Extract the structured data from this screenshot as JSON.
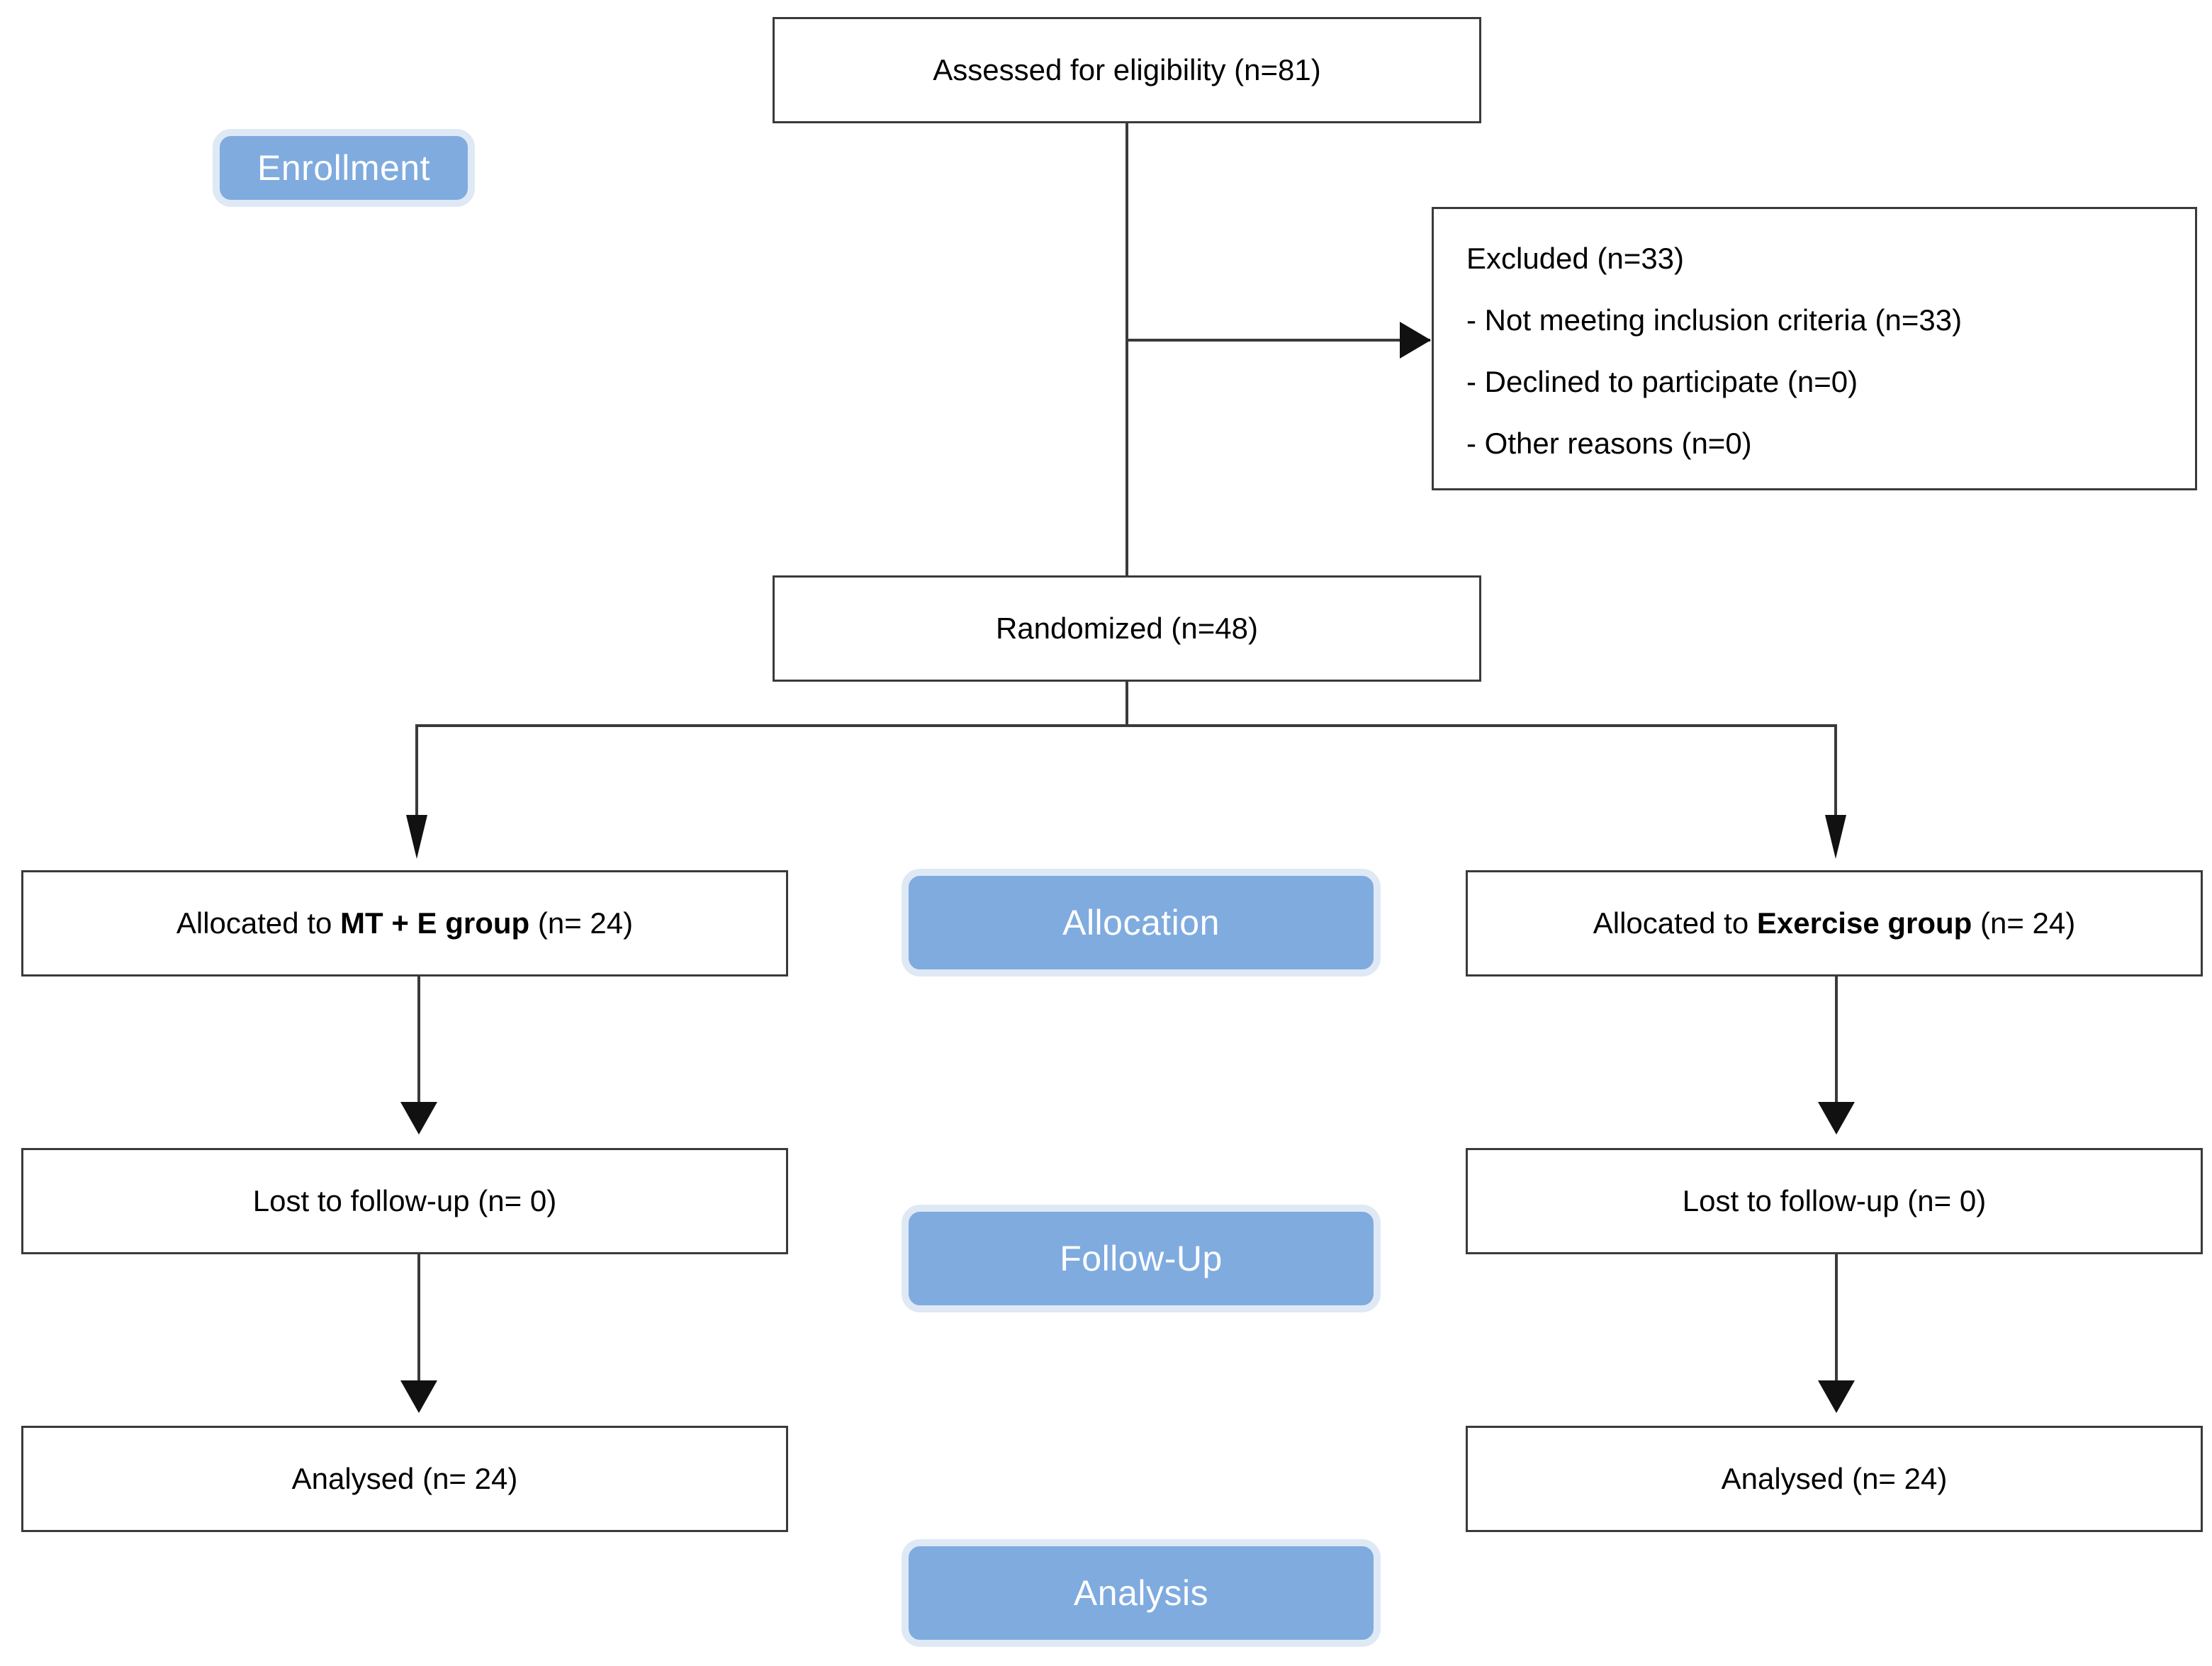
{
  "diagram": {
    "title": "CONSORT participant flow diagram",
    "accent_color": "#7fabdf",
    "badge_border_color": "#dfe9f5",
    "box_border_color": "#3a3a3a",
    "connector_color": "#3a3a3a"
  },
  "stages": [
    {
      "id": "enrollment",
      "label": "Enrollment"
    },
    {
      "id": "allocation",
      "label": "Allocation"
    },
    {
      "id": "followup",
      "label": "Follow-Up"
    },
    {
      "id": "analysis",
      "label": "Analysis"
    }
  ],
  "boxes": {
    "assessed": {
      "text": "Assessed for eligibility (n=81)"
    },
    "excluded": {
      "heading": "Excluded (n=33)",
      "reasons": [
        "- Not meeting inclusion criteria (n=33)",
        "- Declined to participate (n=0)",
        "- Other reasons (n=0)"
      ]
    },
    "randomized": {
      "text": "Randomized (n=48)"
    },
    "allocated_left": {
      "prefix": "Allocated to ",
      "group": "MT + E group",
      "suffix": " (n= 24)"
    },
    "allocated_right": {
      "prefix": "Allocated to ",
      "group": "Exercise group",
      "suffix": " (n= 24)"
    },
    "lost_left": {
      "text": "Lost to follow-up (n= 0)"
    },
    "lost_right": {
      "text": "Lost to follow-up (n= 0)"
    },
    "analysed_left": {
      "text": "Analysed (n= 24)"
    },
    "analysed_right": {
      "text": "Analysed (n= 24)"
    }
  },
  "chart_data": {
    "type": "diagram",
    "title": "CONSORT flow diagram",
    "nodes": [
      {
        "id": "assessed",
        "label": "Assessed for eligibility (n=81)",
        "n": 81
      },
      {
        "id": "excluded",
        "label": "Excluded (n=33)",
        "n": 33,
        "details": [
          {
            "label": "Not meeting inclusion criteria",
            "n": 33
          },
          {
            "label": "Declined to participate",
            "n": 0
          },
          {
            "label": "Other reasons",
            "n": 0
          }
        ]
      },
      {
        "id": "randomized",
        "label": "Randomized (n=48)",
        "n": 48
      },
      {
        "id": "allocated_left",
        "label": "Allocated to MT + E group (n= 24)",
        "n": 24
      },
      {
        "id": "allocated_right",
        "label": "Allocated to Exercise group (n= 24)",
        "n": 24
      },
      {
        "id": "lost_left",
        "label": "Lost to follow-up (n= 0)",
        "n": 0
      },
      {
        "id": "lost_right",
        "label": "Lost to follow-up (n= 0)",
        "n": 0
      },
      {
        "id": "analysed_left",
        "label": "Analysed (n= 24)",
        "n": 24
      },
      {
        "id": "analysed_right",
        "label": "Analysed (n= 24)",
        "n": 24
      }
    ],
    "edges": [
      {
        "from": "assessed",
        "to": "excluded"
      },
      {
        "from": "assessed",
        "to": "randomized"
      },
      {
        "from": "randomized",
        "to": "allocated_left"
      },
      {
        "from": "randomized",
        "to": "allocated_right"
      },
      {
        "from": "allocated_left",
        "to": "lost_left"
      },
      {
        "from": "allocated_right",
        "to": "lost_right"
      },
      {
        "from": "lost_left",
        "to": "analysed_left"
      },
      {
        "from": "lost_right",
        "to": "analysed_right"
      }
    ],
    "stages": [
      "Enrollment",
      "Allocation",
      "Follow-Up",
      "Analysis"
    ]
  }
}
